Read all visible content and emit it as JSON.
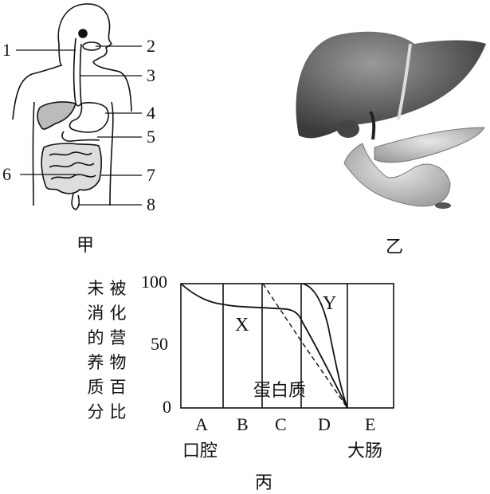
{
  "figure_jia": {
    "caption": "甲",
    "labels": [
      "1",
      "2",
      "3",
      "4",
      "5",
      "6",
      "7",
      "8"
    ]
  },
  "figure_yi": {
    "caption": "乙"
  },
  "figure_bing": {
    "caption": "丙",
    "y_axis_label_col1": [
      "未",
      "消",
      "的",
      "养",
      "质",
      "分"
    ],
    "y_axis_label_col2": [
      "被",
      "化",
      "营",
      "物",
      "百",
      "比"
    ],
    "y_ticks": [
      "100",
      "50",
      "0"
    ],
    "x_sections": [
      "A",
      "B",
      "C",
      "D",
      "E"
    ],
    "x_sublabels": {
      "A": "口腔",
      "E": "大肠"
    },
    "curve_labels": {
      "X": "X",
      "Y": "Y",
      "protein": "蛋白质"
    }
  },
  "chart_data": {
    "type": "line",
    "title": "丙",
    "xlabel": "",
    "ylabel": "未被消化的营养物质百分比",
    "categories": [
      "A 口腔",
      "B",
      "C",
      "D",
      "E 大肠"
    ],
    "ylim": [
      0,
      100
    ],
    "series": [
      {
        "name": "X",
        "points": [
          [
            0,
            100
          ],
          [
            1,
            83
          ],
          [
            2,
            80
          ],
          [
            2.7,
            78
          ],
          [
            3,
            72
          ],
          [
            3.35,
            0
          ]
        ]
      },
      {
        "name": "Y",
        "points": [
          [
            3,
            100
          ],
          [
            3.15,
            88
          ],
          [
            3.3,
            40
          ],
          [
            3.35,
            0
          ]
        ]
      },
      {
        "name": "蛋白质",
        "style": "dashed",
        "points": [
          [
            2,
            100
          ],
          [
            3,
            55
          ],
          [
            3.35,
            0
          ]
        ]
      }
    ]
  }
}
